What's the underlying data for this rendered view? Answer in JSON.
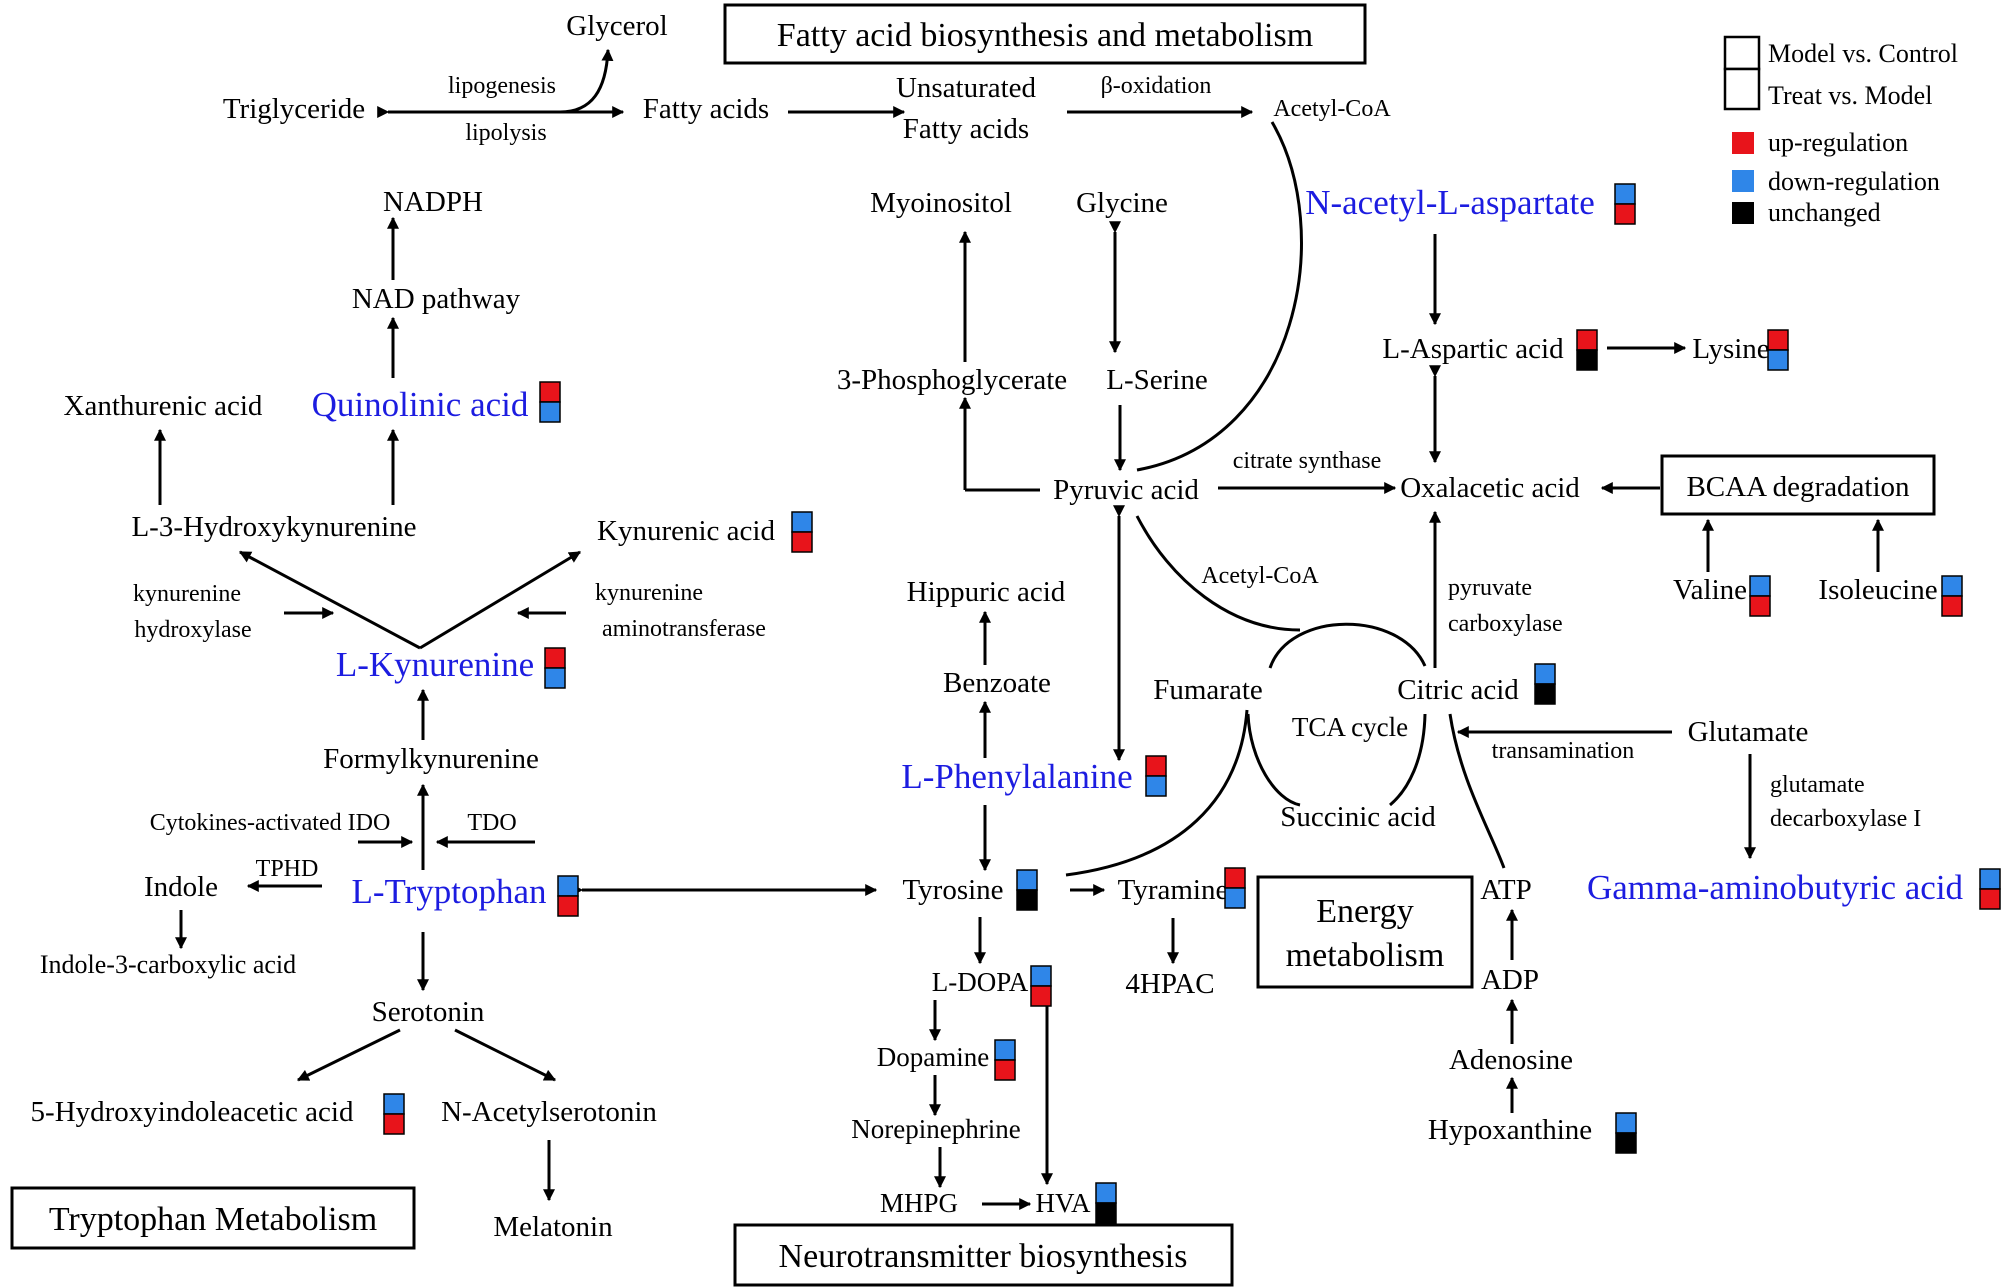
{
  "colors": {
    "up": "#e8141b",
    "down": "#2f86e8",
    "unchanged": "#000000",
    "highlight": "#1c1ce0"
  },
  "sections": {
    "fatty_acid": "Fatty acid biosynthesis and metabolism",
    "tryptophan": "Tryptophan Metabolism",
    "neurotransmitter": "Neurotransmitter biosynthesis",
    "energy_line1": "Energy",
    "energy_line2": "metabolism",
    "bcaa": "BCAA degradation"
  },
  "legend": {
    "model_vs_control": "Model vs. Control",
    "treat_vs_model": "Treat vs. Model",
    "up": "up-regulation",
    "down": "down-regulation",
    "unchanged": "unchanged"
  },
  "metabolites": {
    "glycerol": "Glycerol",
    "triglyceride": "Triglyceride",
    "fatty_acids": "Fatty acids",
    "unsat_line1": "Unsaturated",
    "unsat_line2": "Fatty acids",
    "acetyl_coa": "Acetyl-CoA",
    "nadph": "NADPH",
    "nad_pathway": "NAD pathway",
    "xanthurenic": "Xanthurenic acid",
    "quinolinic": "Quinolinic acid",
    "hydroxykynurenine": "L-3-Hydroxykynurenine",
    "kynurenic": "Kynurenic acid",
    "kynurenine": "L-Kynurenine",
    "formylkynurenine": "Formylkynurenine",
    "indole": "Indole",
    "indole3": "Indole-3-carboxylic acid",
    "tryptophan": "L-Tryptophan",
    "serotonin": "Serotonin",
    "hiaa": "5-Hydroxyindoleacetic acid",
    "acetylserotonin": "N-Acetylserotonin",
    "melatonin": "Melatonin",
    "myoinositol": "Myoinositol",
    "glycine": "Glycine",
    "phosphoglycerate": "3-Phosphoglycerate",
    "serine": "L-Serine",
    "pyruvic": "Pyruvic acid",
    "naa": "N-acetyl-L-aspartate",
    "aspartic": "L-Aspartic acid",
    "lysine": "Lysine",
    "oxalacetic": "Oxalacetic acid",
    "hippuric": "Hippuric acid",
    "benzoate": "Benzoate",
    "phenylalanine": "L-Phenylalanine",
    "tyrosine": "Tyrosine",
    "tyramine": "Tyramine",
    "hpac": "4HPAC",
    "ldopa": "L-DOPA",
    "dopamine": "Dopamine",
    "norepinephrine": "Norepinephrine",
    "mhpg": "MHPG",
    "hva": "HVA",
    "fumarate": "Fumarate",
    "citric": "Citric acid",
    "tca": "TCA cycle",
    "succinic": "Succinic acid",
    "glutamate": "Glutamate",
    "gaba": "Gamma-aminobutyric acid",
    "atp": "ATP",
    "adp": "ADP",
    "adenosine": "Adenosine",
    "hypoxanthine": "Hypoxanthine",
    "valine": "Valine",
    "isoleucine": "Isoleucine"
  },
  "enzymes": {
    "lipogenesis": "lipogenesis",
    "lipolysis": "lipolysis",
    "beta_oxidation": "β-oxidation",
    "kh_line1": "kynurenine",
    "kh_line2": "hydroxylase",
    "ka_line1": "kynurenine",
    "ka_line2": "aminotransferase",
    "ido": "Cytokines-activated IDO",
    "tdo": "TDO",
    "tphd": "TPHD",
    "citrate_synthase": "citrate synthase",
    "acetyl_coa_small": "Acetyl-CoA",
    "pc_line1": "pyruvate",
    "pc_line2": "carboxylase",
    "transamination": "transamination",
    "gd_line1": "glutamate",
    "gd_line2": "decarboxylase I"
  },
  "regulation": {
    "quinolinic": [
      "up",
      "down"
    ],
    "kynurenic": [
      "down",
      "up"
    ],
    "kynurenine": [
      "up",
      "down"
    ],
    "tryptophan": [
      "down",
      "up"
    ],
    "hiaa": [
      "down",
      "up"
    ],
    "naa": [
      "down",
      "up"
    ],
    "aspartic": [
      "up",
      "unchanged"
    ],
    "lysine": [
      "up",
      "down"
    ],
    "phenylalanine": [
      "up",
      "down"
    ],
    "tyrosine": [
      "down",
      "unchanged"
    ],
    "tyramine": [
      "up",
      "down"
    ],
    "ldopa": [
      "down",
      "up"
    ],
    "dopamine": [
      "down",
      "up"
    ],
    "hva": [
      "down",
      "unchanged"
    ],
    "citric": [
      "down",
      "unchanged"
    ],
    "gaba": [
      "down",
      "up"
    ],
    "hypoxanthine": [
      "down",
      "unchanged"
    ],
    "valine": [
      "down",
      "up"
    ],
    "isoleucine": [
      "down",
      "up"
    ]
  }
}
